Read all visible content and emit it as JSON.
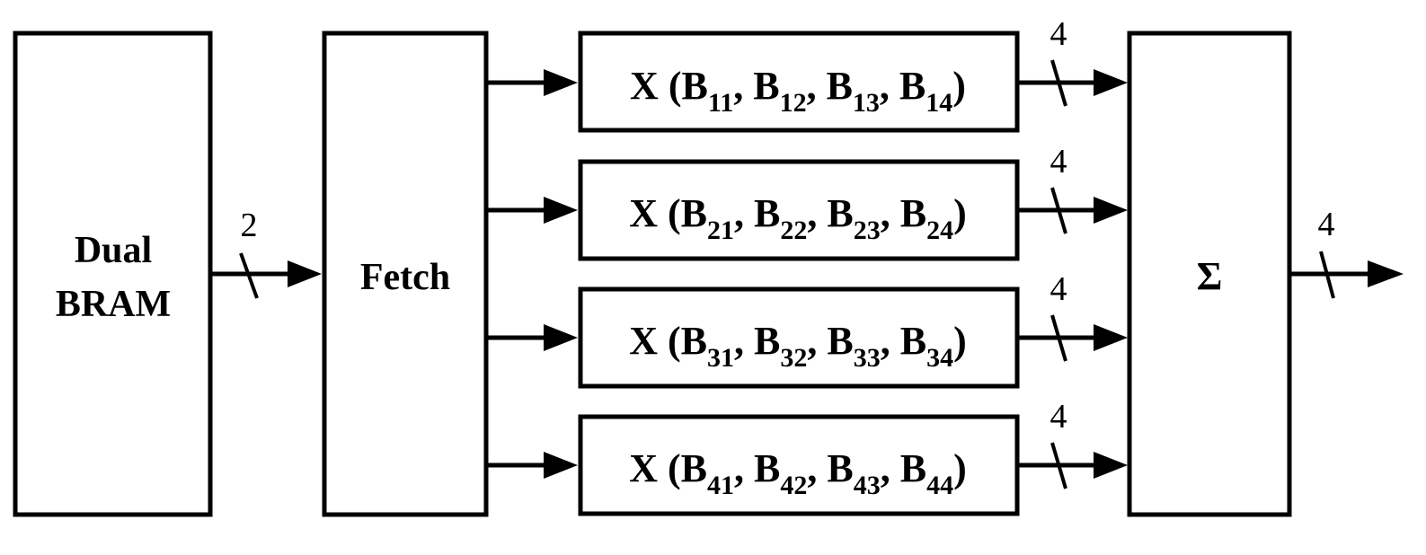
{
  "blocks": {
    "bram_line1": "Dual",
    "bram_line2": "BRAM",
    "fetch": "Fetch",
    "sum": "Σ"
  },
  "multipliers": [
    {
      "prefix": "X (",
      "terms": [
        {
          "base": "B",
          "sub": "11"
        },
        {
          "base": "B",
          "sub": "12"
        },
        {
          "base": "B",
          "sub": "13"
        },
        {
          "base": "B",
          "sub": "14"
        }
      ],
      "suffix": ")"
    },
    {
      "prefix": "X (",
      "terms": [
        {
          "base": "B",
          "sub": "21"
        },
        {
          "base": "B",
          "sub": "22"
        },
        {
          "base": "B",
          "sub": "23"
        },
        {
          "base": "B",
          "sub": "24"
        }
      ],
      "suffix": ")"
    },
    {
      "prefix": "X (",
      "terms": [
        {
          "base": "B",
          "sub": "31"
        },
        {
          "base": "B",
          "sub": "32"
        },
        {
          "base": "B",
          "sub": "33"
        },
        {
          "base": "B",
          "sub": "34"
        }
      ],
      "suffix": ")"
    },
    {
      "prefix": "X (",
      "terms": [
        {
          "base": "B",
          "sub": "41"
        },
        {
          "base": "B",
          "sub": "42"
        },
        {
          "base": "B",
          "sub": "43"
        },
        {
          "base": "B",
          "sub": "44"
        }
      ],
      "suffix": ")"
    }
  ],
  "bus_widths": {
    "bram_to_fetch": "2",
    "mult_to_sum": [
      "4",
      "4",
      "4",
      "4"
    ],
    "sum_out": "4"
  }
}
